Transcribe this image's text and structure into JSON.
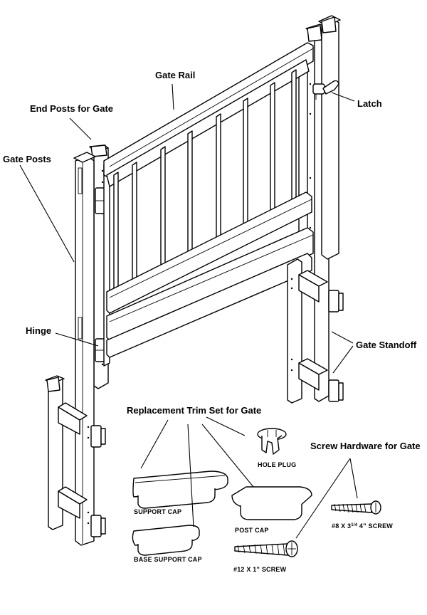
{
  "labels": {
    "gate_rail": "Gate Rail",
    "end_posts": "End Posts for Gate",
    "gate_posts": "Gate Posts",
    "latch": "Latch",
    "hinge": "Hinge",
    "gate_standoff": "Gate Standoff",
    "trim_set": "Replacement Trim Set for Gate",
    "screw_hardware": "Screw Hardware for Gate",
    "hole_plug": "HOLE PLUG",
    "support_cap": "SUPPORT CAP",
    "post_cap": "POST CAP",
    "base_support_cap": "BASE SUPPORT CAP",
    "screw_8": "#8 X 3",
    "screw_8_fraction": "1/4",
    "screw_8_suffix": " 4” SCREW",
    "screw_12": "#12 X 1” SCREW"
  },
  "colors": {
    "line": "#000000",
    "background": "#ffffff"
  }
}
